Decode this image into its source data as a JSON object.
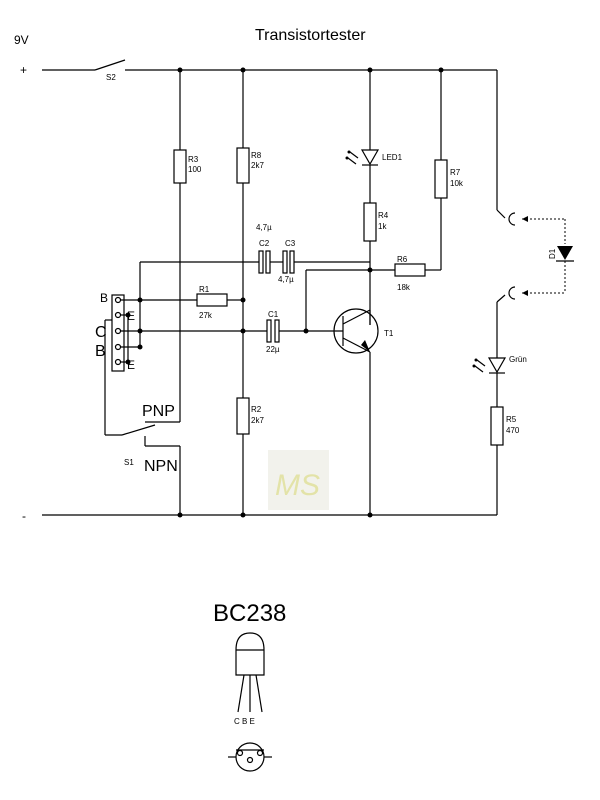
{
  "title": "Transistortester",
  "supply": {
    "voltage": "9V",
    "plus": "+",
    "minus": "-"
  },
  "switches": {
    "s2": "S2",
    "s1": "S1",
    "pnp": "PNP",
    "npn": "NPN"
  },
  "resistors": {
    "r3": {
      "name": "R3",
      "value": "100"
    },
    "r8": {
      "name": "R8",
      "value": "2k7"
    },
    "r7": {
      "name": "R7",
      "value": "10k"
    },
    "r4": {
      "name": "R4",
      "value": "1k"
    },
    "r6": {
      "name": "R6",
      "value": "18k"
    },
    "r1": {
      "name": "R1",
      "value": "27k"
    },
    "r2": {
      "name": "R2",
      "value": "2k7"
    },
    "r5": {
      "name": "R5",
      "value": "470"
    }
  },
  "capacitors": {
    "c2": {
      "name": "C2",
      "value": "4,7µ"
    },
    "c3": {
      "name": "C3",
      "value": "4,7µ"
    },
    "c1": {
      "name": "C1",
      "value": "22µ"
    }
  },
  "leds": {
    "led1": "LED1",
    "green": "Grün"
  },
  "transistor": "T1",
  "diode": "D1",
  "socket_pins": {
    "b_top": "B",
    "e_top": "E",
    "c": "C",
    "b_bottom": "B",
    "e_bottom": "E"
  },
  "watermark": "MS",
  "package": {
    "name": "BC238",
    "pins": "C B E"
  }
}
